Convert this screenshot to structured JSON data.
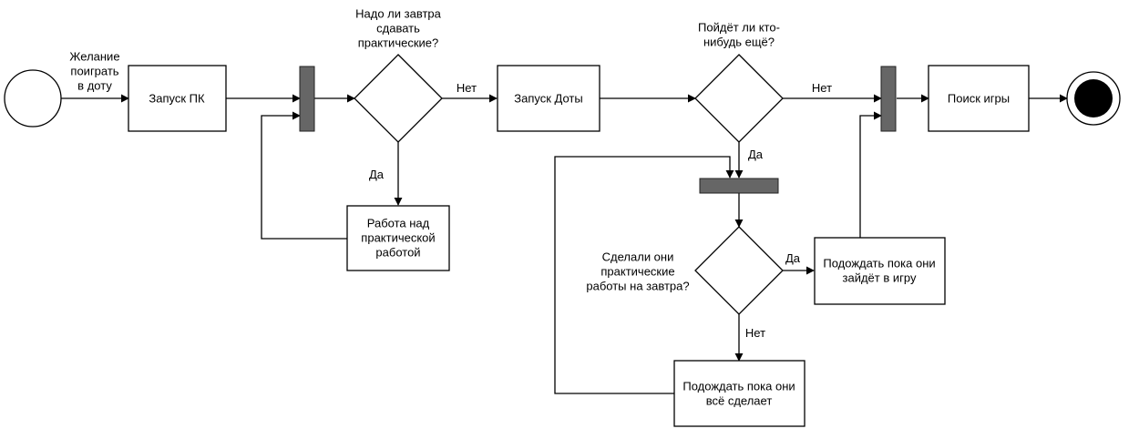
{
  "diagram": {
    "start_node": {
      "label": ""
    },
    "start_label": [
      "Желание",
      "поиграть",
      "в доту"
    ],
    "nodes": {
      "launch_pc": [
        "Запуск ПК"
      ],
      "practical_work": [
        "Работа над",
        "практической",
        "работой"
      ],
      "launch_dota": [
        "Запуск Доты"
      ],
      "search_game": [
        "Поиск игры"
      ],
      "wait_join": [
        "Подождать пока они",
        "зайдёт в игру"
      ],
      "wait_done": [
        "Подождать пока они",
        "всё сделает"
      ]
    },
    "decisions": {
      "submit_tomorrow": [
        "Надо ли завтра",
        "сдавать",
        "практические?"
      ],
      "anyone_else": [
        "Пойдёт ли кто-",
        "нибудь ещё?"
      ],
      "did_they_do": [
        "Сделали они",
        "практические",
        "работы на завтра?"
      ]
    },
    "edge_labels": {
      "no_1": "Нет",
      "yes_1": "Да",
      "no_2": "Нет",
      "yes_2": "Да",
      "yes_3": "Да",
      "no_3": "Нет"
    }
  }
}
